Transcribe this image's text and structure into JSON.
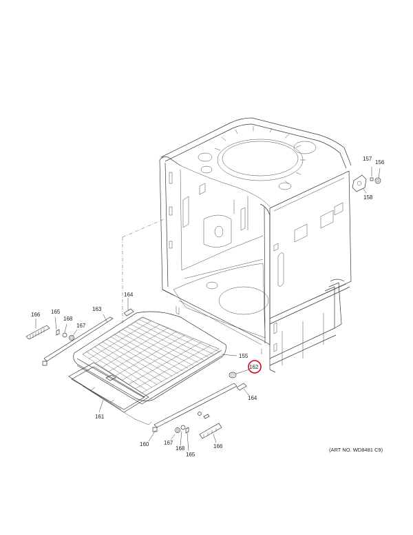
{
  "callouts": {
    "p157": "157",
    "p156": "156",
    "p158": "158",
    "p166a": "166",
    "p165a": "165",
    "p168a": "168",
    "p167a": "167",
    "p163": "163",
    "p164a": "164",
    "p155": "155",
    "p162": "162",
    "p164b": "164",
    "p161": "161",
    "p160": "160",
    "p167b": "167",
    "p168b": "168",
    "p165b": "165",
    "p166b": "166"
  },
  "highlight_color": "#d0021b",
  "art_number": "(ART NO. WD8481 C9)"
}
